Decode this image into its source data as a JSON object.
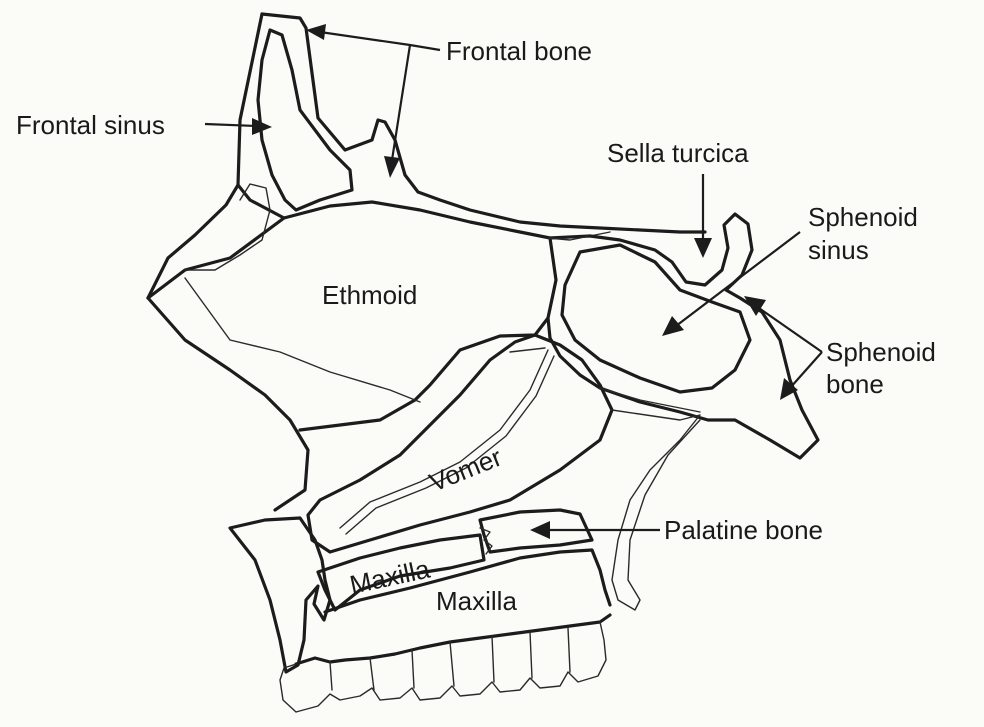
{
  "labels": {
    "frontal_bone": "Frontal bone",
    "frontal_sinus": "Frontal sinus",
    "sella_turcica": "Sella turcica",
    "sphenoid_sinus_line1": "Sphenoid",
    "sphenoid_sinus_line2": "sinus",
    "sphenoid_bone_line1": "Sphenoid",
    "sphenoid_bone_line2": "bone",
    "ethmoid": "Ethmoid",
    "vomer": "Vomer",
    "palatine_bone": "Palatine bone",
    "maxilla_strip": "Maxilla",
    "maxilla": "Maxilla"
  },
  "colors": {
    "ink": "#1c1c1c",
    "paper": "#fbfbf8"
  }
}
